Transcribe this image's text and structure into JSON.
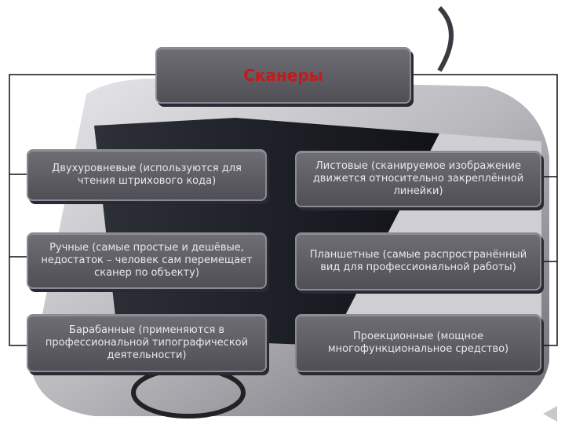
{
  "title": "Сканеры",
  "colors": {
    "title_text": "#c41a1a",
    "item_text": "#eeeef4",
    "box_fill": "#5d5d63",
    "connector": "#111111"
  },
  "left_items": [
    "Двухуровневые (используются для чтения штрихового кода)",
    "Ручные (самые простые и дешёвые, недостаток – человек сам перемещает сканер по объекту)",
    "Барабанные (применяются в профессиональной типографической деятельности)"
  ],
  "right_items": [
    "Листовые (сканируемое изображение движется относительно закреплённой линейки)",
    "Планшетные (самые распространённый вид для профессиональной работы)",
    "Проекционные (мощное многофункциональное средство)"
  ]
}
